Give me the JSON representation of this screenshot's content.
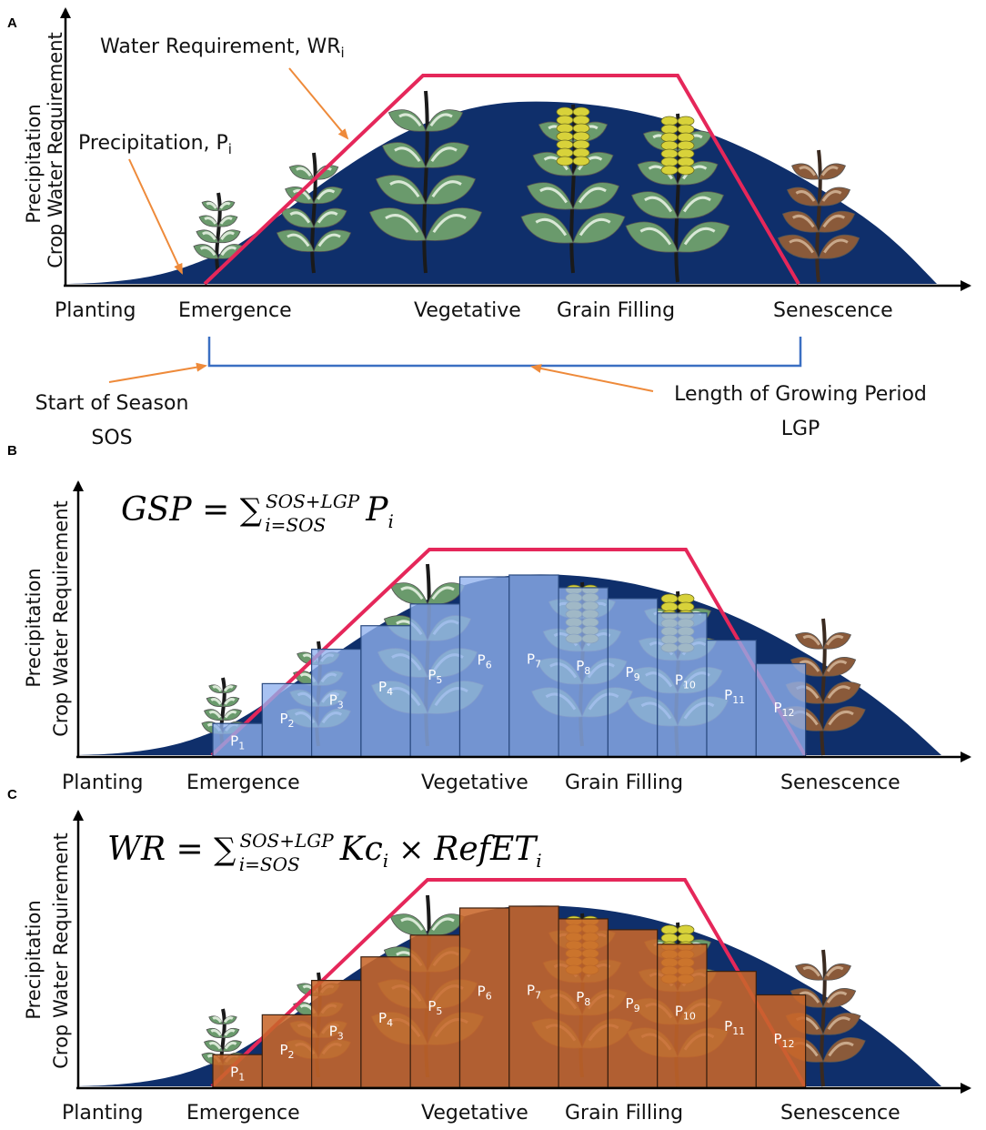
{
  "colors": {
    "precip_fill": "#0f2f6b",
    "wr_line": "#e5275a",
    "bar_blue": "#8fb1ee",
    "bar_orange": "#c8662a",
    "bracket": "#3a6fc2",
    "arrow": "#ee8a3a",
    "leaf_green": "#6a9a6c",
    "leaf_yellow": "#d8d23a",
    "leaf_brown": "#8a5a3a"
  },
  "panels": {
    "A": {
      "letter": "A",
      "ylabel1": "Precipitation",
      "ylabel2": "Crop Water Requirement",
      "wr_label_main": "Water Requirement, WR",
      "wr_label_sub": "i",
      "p_label_main": "Precipitation, P",
      "p_label_sub": "i",
      "stages": [
        "Planting",
        "Emergence",
        "Vegetative",
        "Grain Filling",
        "Senescence"
      ],
      "sos_line1": "Start of Season",
      "sos_line2": "SOS",
      "lgp_line1": "Length of Growing Period",
      "lgp_line2": "LGP"
    },
    "B": {
      "letter": "B",
      "ylabel1": "Precipitation",
      "ylabel2": "Crop Water Requirement",
      "formula_lhs": "GSP = ",
      "formula_sum": "∑",
      "formula_sup": "SOS+LGP",
      "formula_sub": "i=SOS",
      "formula_rhs_main": "P",
      "formula_rhs_sub": "i",
      "stages": [
        "Planting",
        "Emergence",
        "Vegetative",
        "Grain Filling",
        "Senescence"
      ]
    },
    "C": {
      "letter": "C",
      "ylabel1": "Precipitation",
      "ylabel2": "Crop Water Requirement",
      "formula_lhs": "WR = ",
      "formula_sum": "∑",
      "formula_sup": "SOS+LGP",
      "formula_sub": "i=SOS",
      "formula_rhs_a": "Kc",
      "formula_rhs_a_sub": "i",
      "formula_rhs_times": " × ",
      "formula_rhs_b": "RefET",
      "formula_rhs_b_sub": "i",
      "stages": [
        "Planting",
        "Emergence",
        "Vegetative",
        "Grain Filling",
        "Senescence"
      ]
    }
  },
  "bar_labels": [
    {
      "main": "P",
      "sub": "1"
    },
    {
      "main": "P",
      "sub": "2"
    },
    {
      "main": "P",
      "sub": "3"
    },
    {
      "main": "P",
      "sub": "4"
    },
    {
      "main": "P",
      "sub": "5"
    },
    {
      "main": "P",
      "sub": "6"
    },
    {
      "main": "P",
      "sub": "7"
    },
    {
      "main": "P",
      "sub": "8"
    },
    {
      "main": "P",
      "sub": "9"
    },
    {
      "main": "P",
      "sub": "10"
    },
    {
      "main": "P",
      "sub": "11"
    },
    {
      "main": "P",
      "sub": "12"
    }
  ],
  "bar_relative_heights": [
    0.18,
    0.4,
    0.59,
    0.72,
    0.84,
    0.99,
    1.0,
    0.93,
    0.87,
    0.79,
    0.64,
    0.51
  ]
}
